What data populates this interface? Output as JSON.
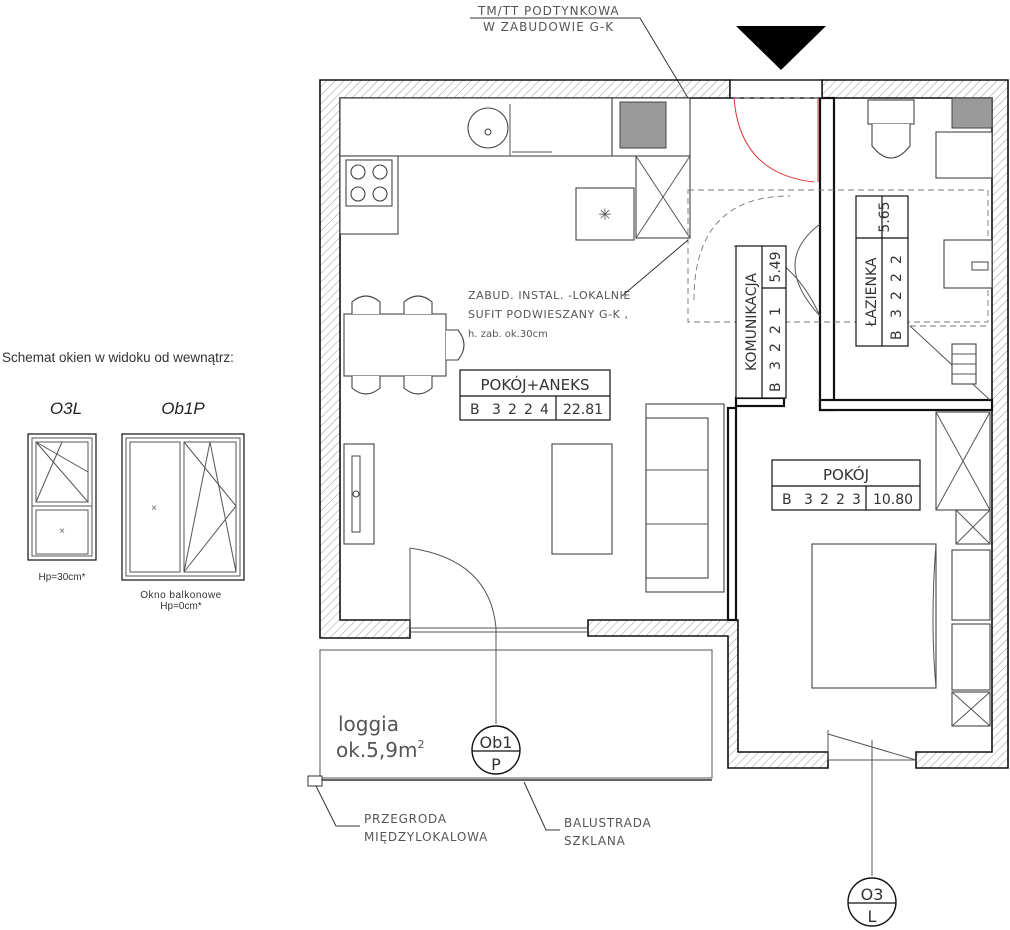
{
  "legend": {
    "title": "Schemat okien w widoku od wewnątrz:",
    "windows": [
      {
        "code": "O3L",
        "note": "Hp=30cm*"
      },
      {
        "code": "Ob1P",
        "note_line1": "Okno balkonowe",
        "note_line2": "Hp=0cm*"
      }
    ]
  },
  "notes": {
    "top_line1": "TM/TT PODTYNKOWA",
    "top_line2": "W ZABUDOWIE G-K",
    "ceiling_line1": "ZABUD. INSTAL. -LOKALNIE",
    "ceiling_line2": "SUFIT PODWIESZANY G-K ,",
    "ceiling_line3": "h. zab. ok.30cm",
    "partition_line1": "PRZEGRODA",
    "partition_line2": "MIĘDZYLOKALOWA",
    "railing_line1": "BALUSTRADA",
    "railing_line2": "SZKLANA"
  },
  "rooms": {
    "living": {
      "name": "POKÓJ+ANEKS",
      "code": [
        "B",
        "3",
        "2",
        "2",
        "4"
      ],
      "area": "22.81"
    },
    "bedroom": {
      "name": "POKÓJ",
      "code": [
        "B",
        "3",
        "2",
        "2",
        "3"
      ],
      "area": "10.80"
    },
    "hall": {
      "name": "KOMUNIKACJA",
      "code": [
        "B",
        "3",
        "2",
        "2",
        "1"
      ],
      "area": "5.49"
    },
    "bath": {
      "name": "ŁAZIENKA",
      "code": [
        "B",
        "3",
        "2",
        "2",
        "2"
      ],
      "area": "5.65"
    }
  },
  "loggia": {
    "label": "loggia",
    "area_prefix": "ok.5,9m",
    "area_sup": "2"
  },
  "tags": {
    "ob1p": {
      "top": "Ob1",
      "bottom": "P"
    },
    "o3l": {
      "top": "O3",
      "bottom": "L"
    }
  },
  "colors": {
    "wall": "#111111",
    "fixture_fill": "#9a9a9a",
    "door_arc_red": "#dd3333"
  }
}
